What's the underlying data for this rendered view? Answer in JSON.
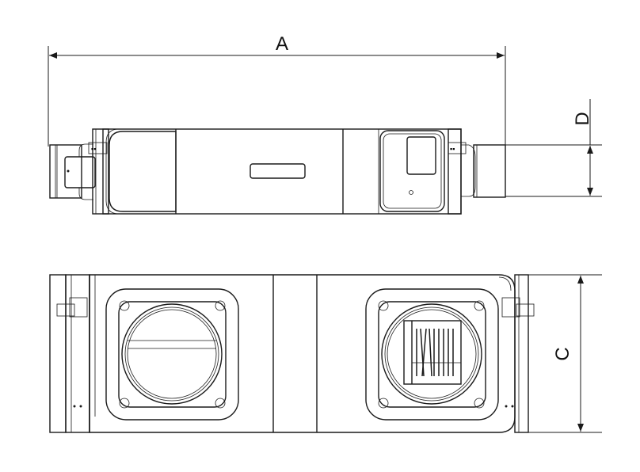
{
  "dimensions": {
    "length_label": "A",
    "height_label": "C",
    "duct_diameter_label": "D"
  },
  "views": [
    "top-view",
    "front-view"
  ],
  "colors": {
    "line": "#1a1a1a",
    "background": "#ffffff"
  }
}
